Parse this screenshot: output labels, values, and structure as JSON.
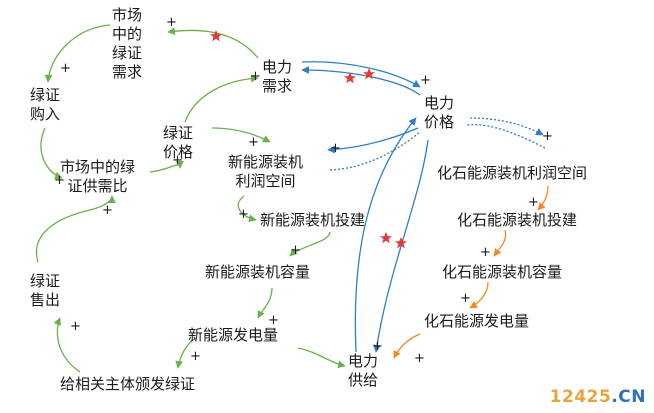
{
  "nodes": {
    "market_green_demand": [
      "市场",
      "中的",
      "绿证",
      "需求"
    ],
    "power_demand": [
      "电力",
      "需求"
    ],
    "green_purchase": [
      "绿证",
      "购入"
    ],
    "power_price": [
      "电力",
      "价格"
    ],
    "green_price": [
      "绿证",
      "价格"
    ],
    "renew_profit": [
      "新能源装机",
      "利润空间"
    ],
    "market_ratio": [
      "市场中的绿",
      "证供需比"
    ],
    "fossil_profit": "化石能源装机利润空间",
    "renew_invest": "新能源装机投建",
    "fossil_invest": "化石能源装机投建",
    "renew_capacity": "新能源装机容量",
    "fossil_capacity": "化石能源装机容量",
    "green_sold": [
      "绿证",
      "售出"
    ],
    "fossil_gen": "化石能源发电量",
    "renew_gen": "新能源发电量",
    "power_supply": [
      "电力",
      "供给"
    ],
    "issue_cert": "给相关主体颁发绿证"
  },
  "polarity": "+",
  "watermark": {
    "digits": "12425",
    "suffix": ".CN"
  },
  "colors": {
    "green": "#6ab04c",
    "blue": "#2f7ec7",
    "orange": "#f08a24",
    "star": "#e03c3c",
    "text": "#1a1a1a"
  }
}
